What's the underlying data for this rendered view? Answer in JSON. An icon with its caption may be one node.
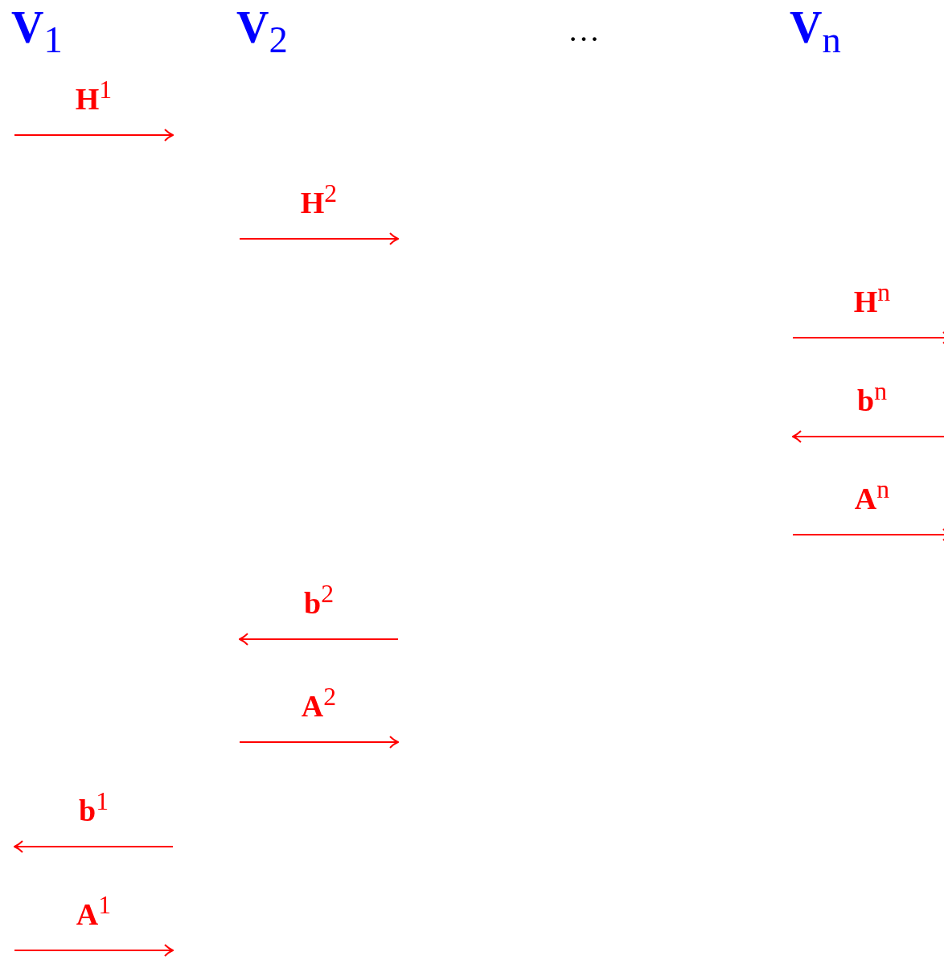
{
  "diagram": {
    "nodes": [
      {
        "text": [
          "**V**$_{1}$"
        ]
      },
      {
        "text": [
          "**V**$_{2}$"
        ]
      },
      {
        "text": [
          "**V**$_{n}$"
        ]
      }
    ],
    "labels": [
      "…",
      "**H**$^{1}$",
      "**H**$^{2}$",
      "**H**$^{n}$",
      "**b**$^{n}$",
      "**A**$^{n}$",
      "**b**$^{2}$",
      "**A**$^{2}$",
      "**b**$^{1}$",
      "**A**$^{1}$"
    ]
  }
}
